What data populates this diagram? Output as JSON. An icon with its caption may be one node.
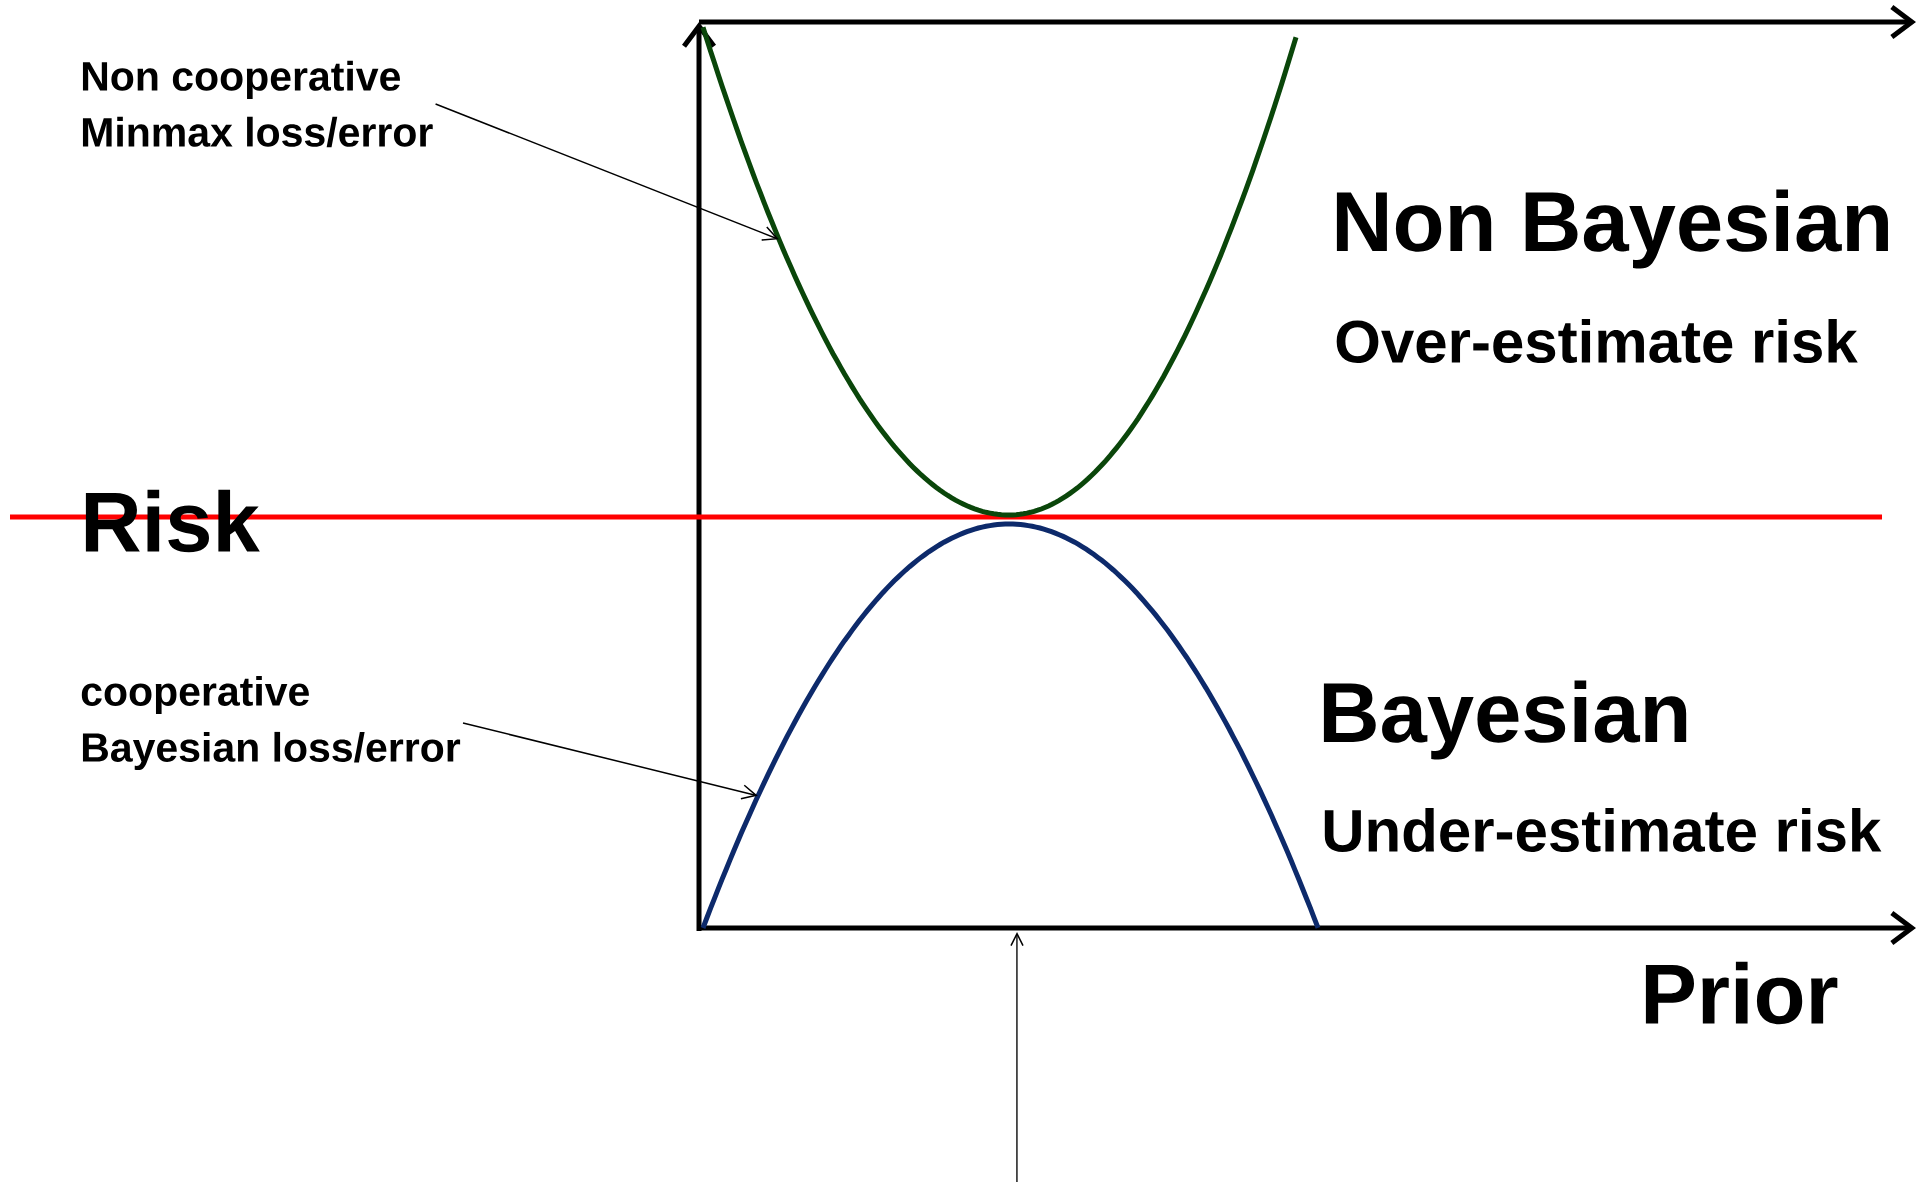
{
  "diagram": {
    "nodes": [
      {
        "text": [
          "Non cooperative",
          "Minmax loss/error"
        ]
      },
      {
        "text": [],
        "shape": "curve"
      },
      {
        "text": [
          "cooperative",
          "Bayesian loss/error"
        ]
      },
      {
        "text": [],
        "shape": "curve"
      }
    ],
    "edges": [
      {
        "from": 0,
        "to": 1,
        "arrow": "to"
      },
      {
        "from": 2,
        "to": 3,
        "arrow": "to"
      }
    ],
    "labels": [
      "Risk",
      "Non Bayesian",
      "Over-estimate risk",
      "Bayesian",
      "Under-estimate risk",
      "Prior"
    ]
  }
}
